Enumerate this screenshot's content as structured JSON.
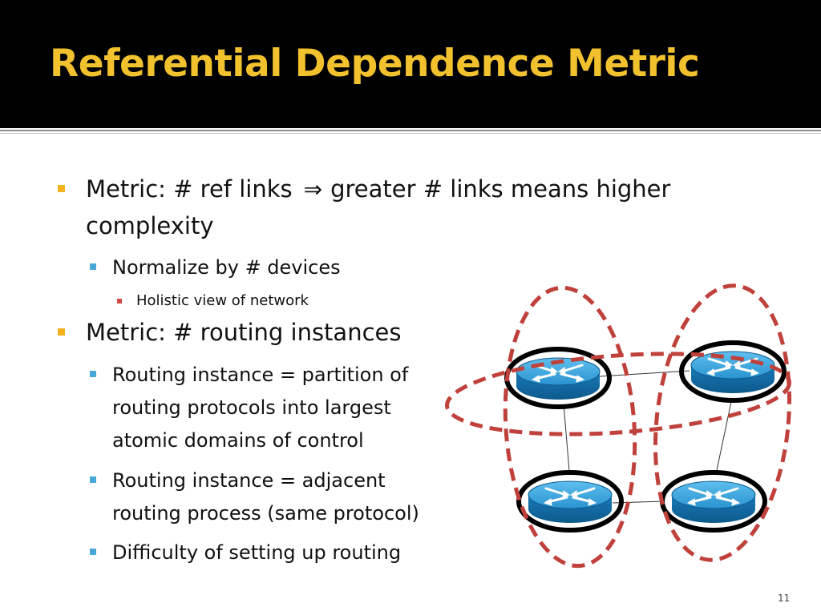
{
  "slide": {
    "title": "Referential Dependence Metric",
    "page_number": "11",
    "accent_color": "#f2c12e"
  },
  "bullets": {
    "b1": {
      "lead": "Metric: # ref links",
      "arrow": "⇒",
      "trail": "greater # links means higher",
      "line2": "complexity"
    },
    "b1_1": "Normalize by # devices",
    "b1_1_1": "Holistic view of network",
    "b2": "Metric: # routing instances",
    "b2_1": {
      "l1": "Routing instance = partition of",
      "l2": "routing protocols into largest",
      "l3": "atomic domains of control"
    },
    "b2_2": {
      "l1": "Routing instance = adjacent",
      "l2": "routing process (same protocol)"
    },
    "b2_3": "Difficulty of setting up routing"
  },
  "diagram": {
    "router_icon": "router-icon",
    "dashed_color": "#c0392b",
    "ring_color": "#000000",
    "router_color": "#1b7fc3"
  }
}
